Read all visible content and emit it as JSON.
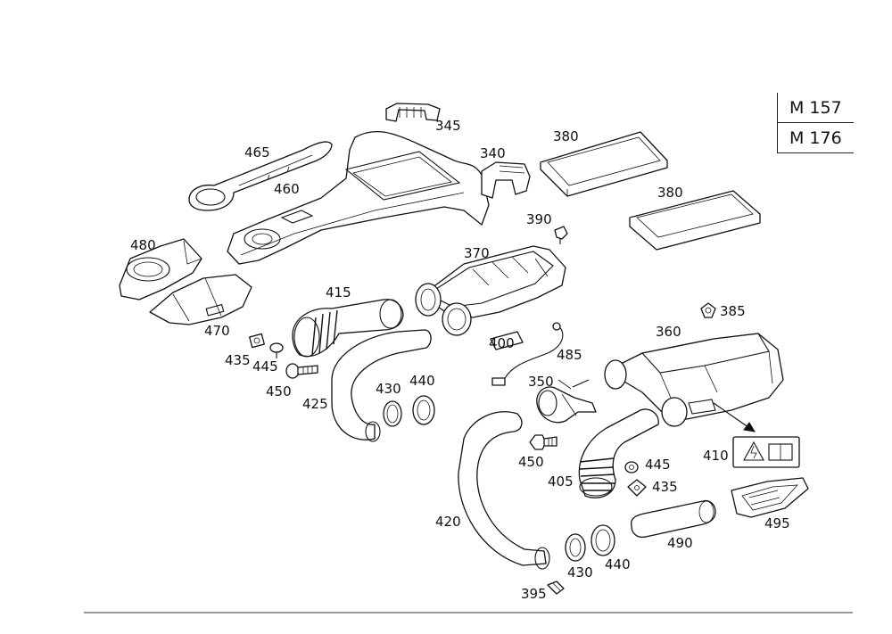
{
  "models": [
    "M 157",
    "M 176"
  ],
  "labels": {
    "p345": "345",
    "p465": "465",
    "p460": "460",
    "p340": "340",
    "p380a": "380",
    "p380b": "380",
    "p390": "390",
    "p480": "480",
    "p370": "370",
    "p415": "415",
    "p385": "385",
    "p470": "470",
    "p360": "360",
    "p435a": "435",
    "p445a": "445",
    "p400": "400",
    "p485": "485",
    "p450a": "450",
    "p440a": "440",
    "p430a": "430",
    "p350": "350",
    "p425": "425",
    "p410": "410",
    "p445b": "445",
    "p450b": "450",
    "p405": "405",
    "p435b": "435",
    "p495": "495",
    "p420": "420",
    "p490": "490",
    "p430b": "430",
    "p440b": "440",
    "p395": "395"
  }
}
